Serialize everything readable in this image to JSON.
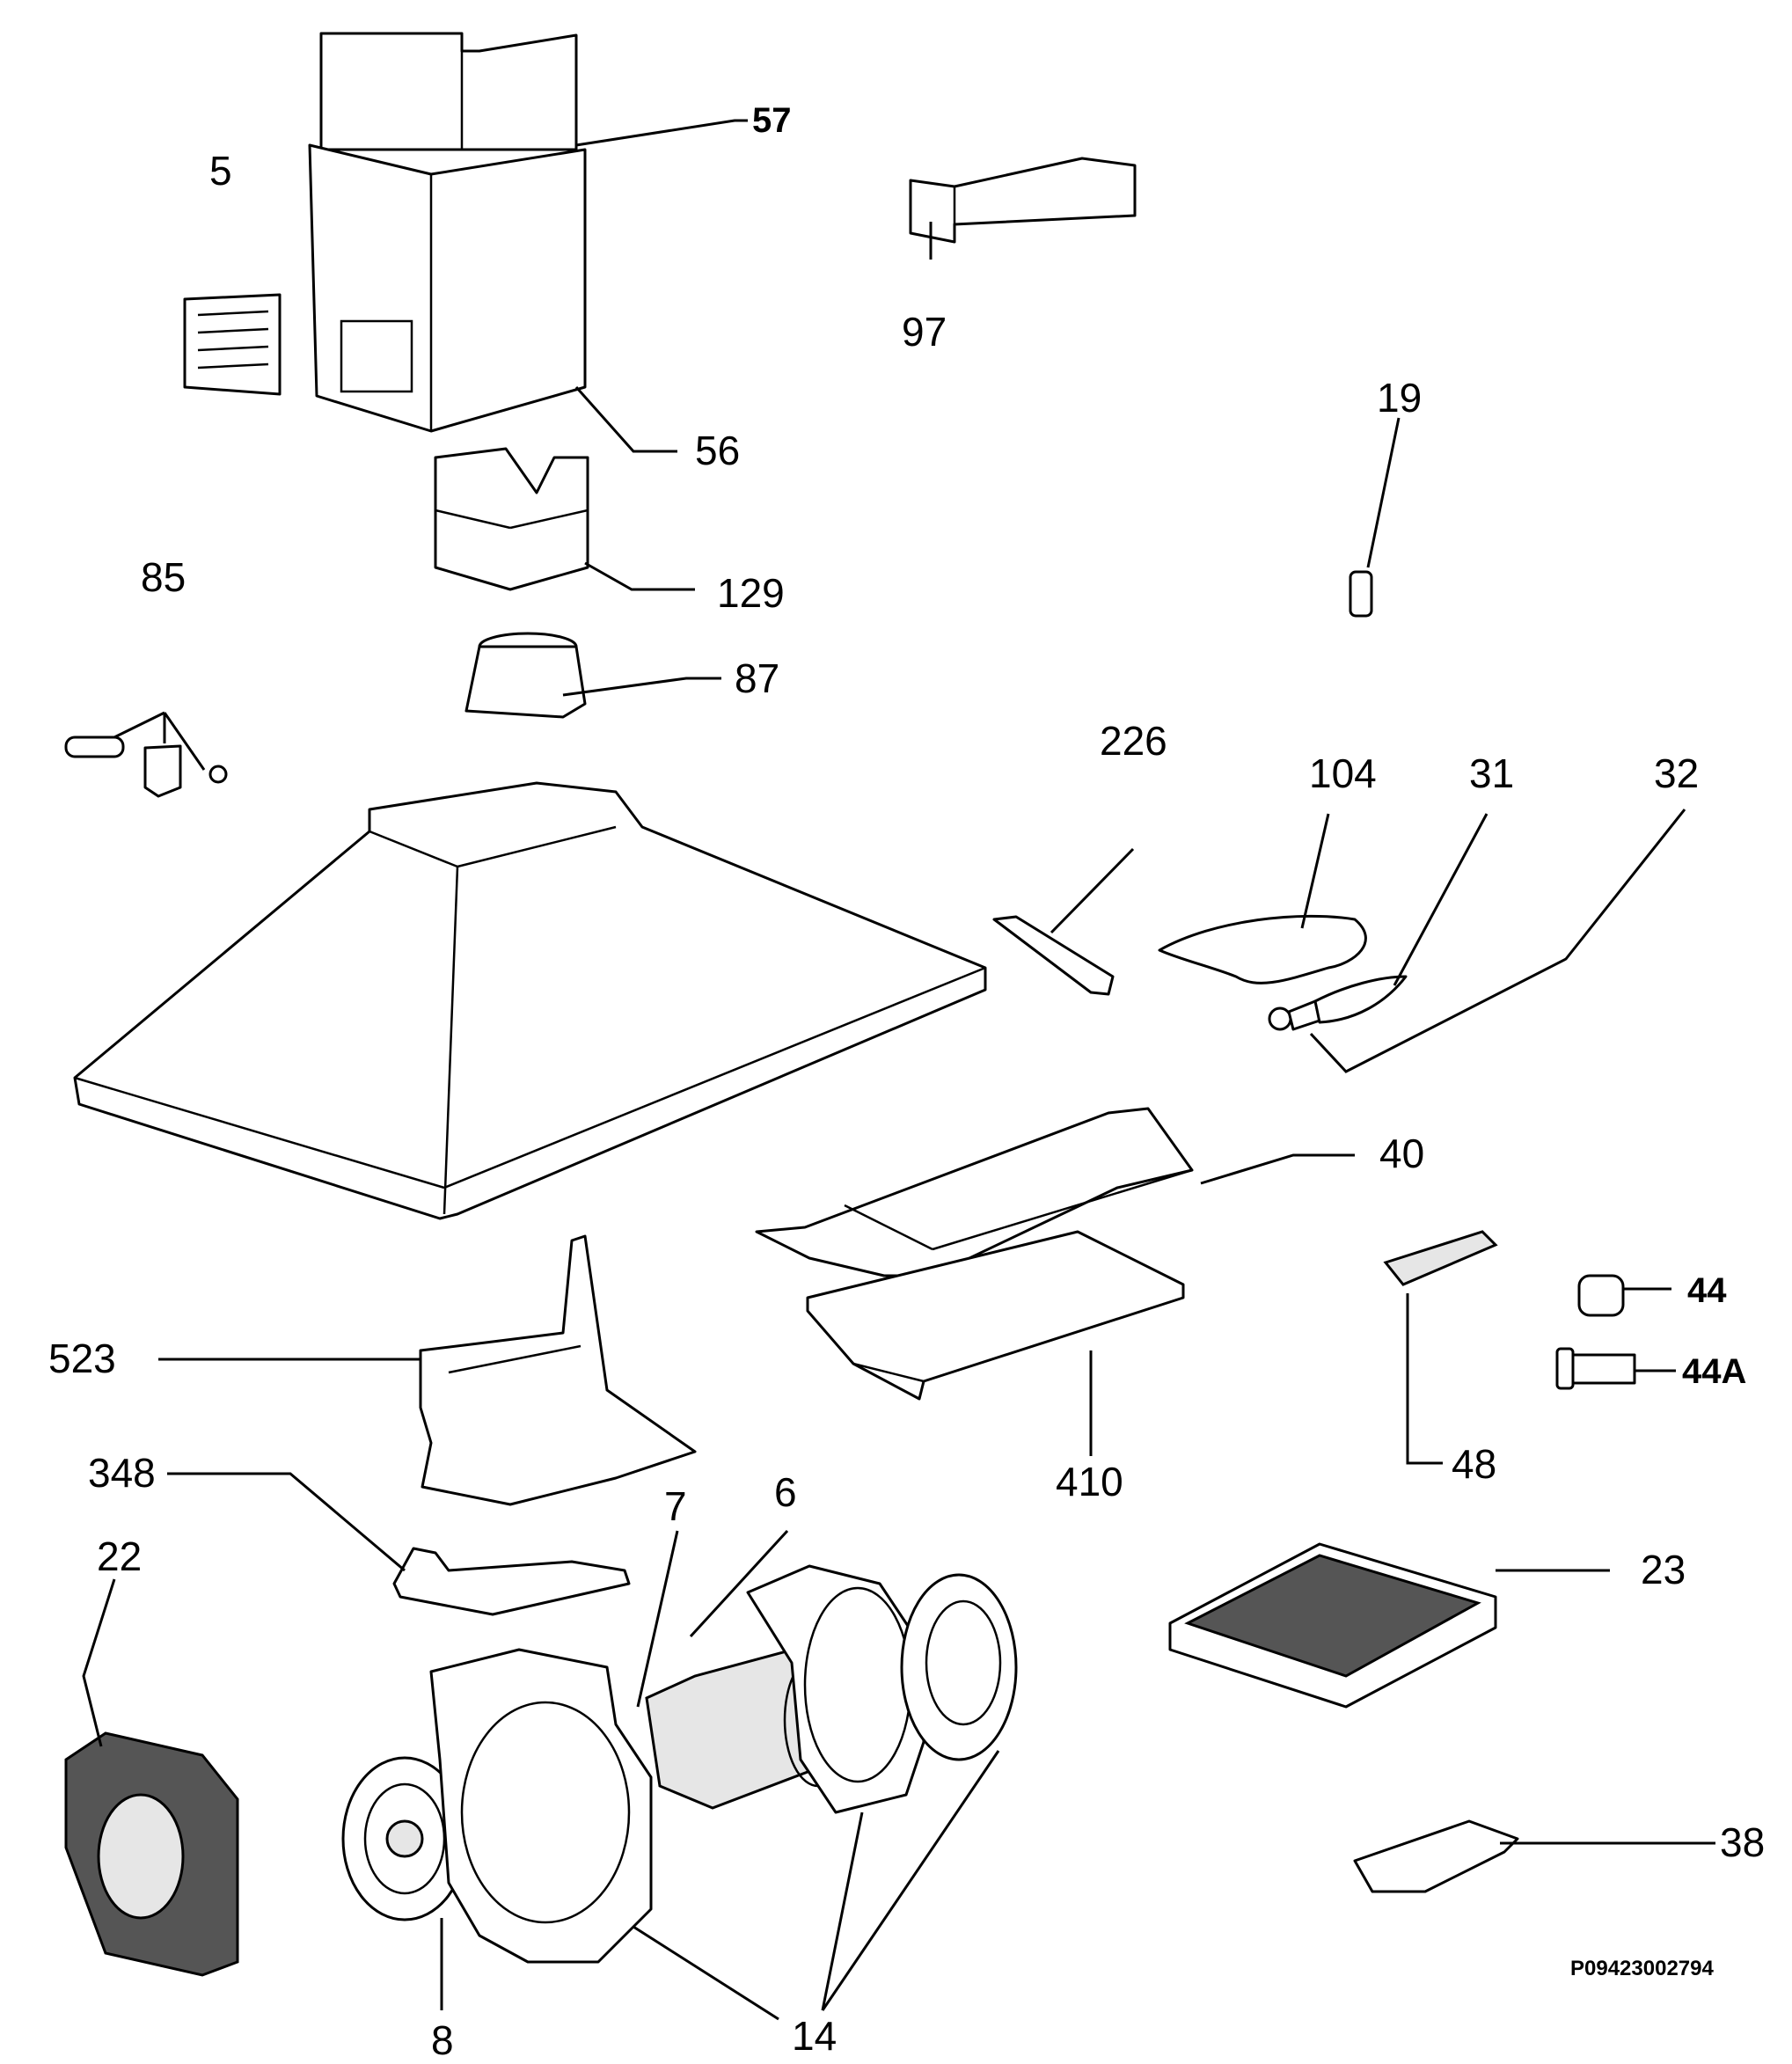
{
  "document_code": "P09423002794",
  "labels": {
    "p57": "57",
    "p5": "5",
    "p97": "97",
    "p56": "56",
    "p19": "19",
    "p129": "129",
    "p85": "85",
    "p87": "87",
    "p226": "226",
    "p104": "104",
    "p31": "31",
    "p32": "32",
    "p40": "40",
    "p44": "44",
    "p44a": "44A",
    "p523": "523",
    "p410": "410",
    "p48": "48",
    "p348": "348",
    "p7": "7",
    "p6": "6",
    "p22": "22",
    "p23": "23",
    "p38": "38",
    "p8": "8",
    "p14": "14"
  }
}
